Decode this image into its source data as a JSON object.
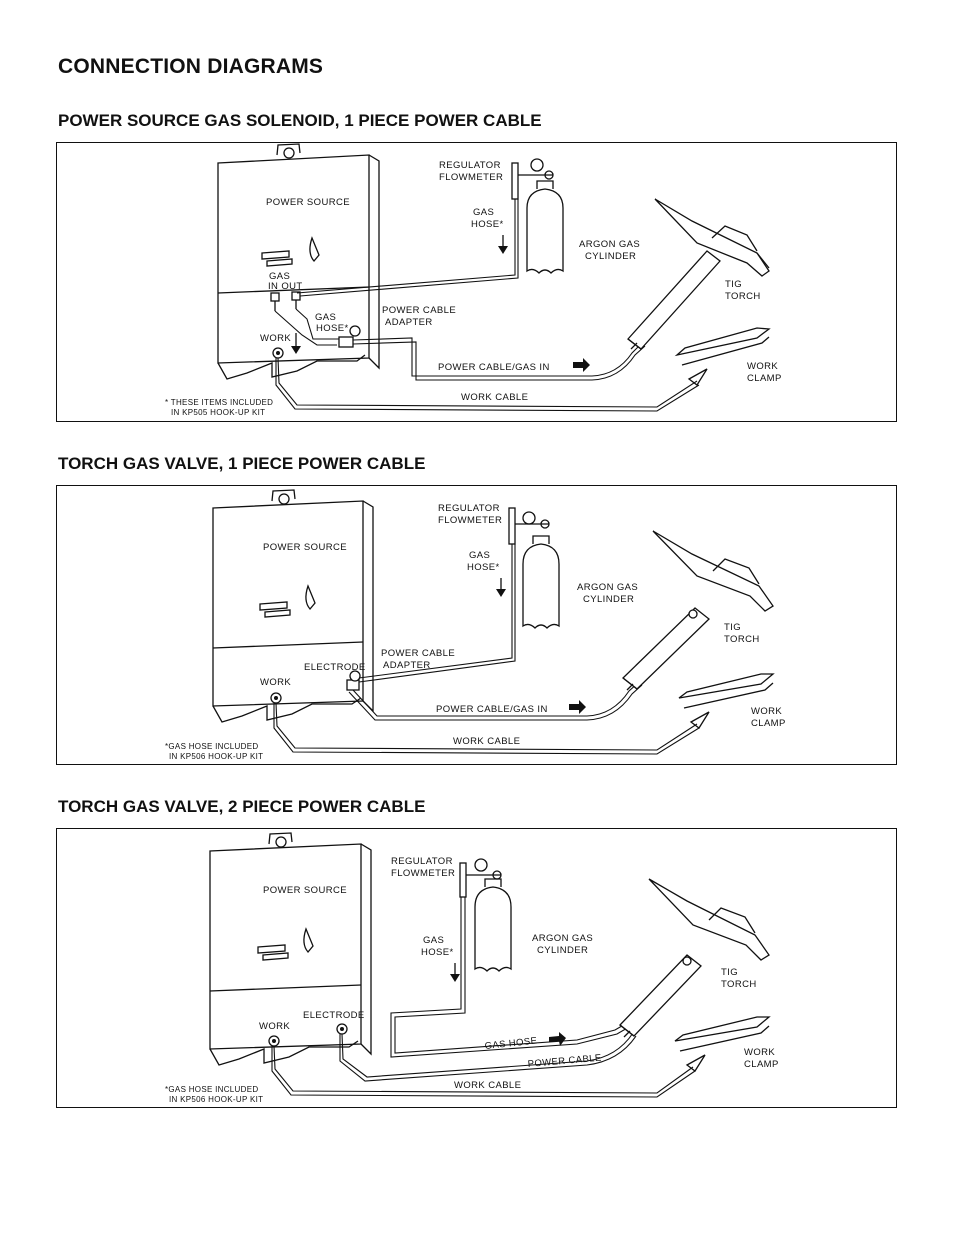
{
  "page_title": "CONNECTION DIAGRAMS",
  "diagrams": [
    {
      "title": "POWER SOURCE GAS SOLENOID, 1 PIECE POWER CABLE",
      "labels": {
        "power_source": "POWER SOURCE",
        "regulator": "REGULATOR",
        "flowmeter": "FLOWMETER",
        "gas_hose_1": "GAS",
        "gas_hose_2": "HOSE*",
        "argon_1": "ARGON GAS",
        "argon_2": "CYLINDER",
        "gas_in_out_1": "GAS",
        "gas_in_out_2": "IN OUT",
        "hose2_1": "GAS",
        "hose2_2": "HOSE*",
        "adapter_1": "POWER CABLE",
        "adapter_2": "ADAPTER",
        "work": "WORK",
        "tig_1": "TIG",
        "tig_2": "TORCH",
        "power_cable": "POWER CABLE/GAS IN",
        "work_clamp_1": "WORK",
        "work_clamp_2": "CLAMP",
        "work_cable": "WORK CABLE",
        "note_1": "* THESE ITEMS INCLUDED",
        "note_2": "IN KP505 HOOK-UP KIT"
      }
    },
    {
      "title": "TORCH GAS VALVE, 1 PIECE POWER CABLE",
      "labels": {
        "power_source": "POWER SOURCE",
        "regulator": "REGULATOR",
        "flowmeter": "FLOWMETER",
        "gas_hose_1": "GAS",
        "gas_hose_2": "HOSE*",
        "argon_1": "ARGON GAS",
        "argon_2": "CYLINDER",
        "electrode": "ELECTRODE",
        "adapter_1": "POWER CABLE",
        "adapter_2": "ADAPTER",
        "work": "WORK",
        "tig_1": "TIG",
        "tig_2": "TORCH",
        "power_cable": "POWER CABLE/GAS IN",
        "work_clamp_1": "WORK",
        "work_clamp_2": "CLAMP",
        "work_cable": "WORK CABLE",
        "note_1": "*GAS HOSE INCLUDED",
        "note_2": "IN KP506 HOOK-UP KIT"
      }
    },
    {
      "title": "TORCH GAS VALVE, 2 PIECE POWER CABLE",
      "labels": {
        "power_source": "POWER SOURCE",
        "regulator": "REGULATOR",
        "flowmeter": "FLOWMETER",
        "gas_hose_1": "GAS",
        "gas_hose_2": "HOSE*",
        "argon_1": "ARGON GAS",
        "argon_2": "CYLINDER",
        "electrode": "ELECTRODE",
        "work": "WORK",
        "tig_1": "TIG",
        "tig_2": "TORCH",
        "gas_hose_line": "GAS HOSE",
        "power_cable": "POWER CABLE",
        "work_clamp_1": "WORK",
        "work_clamp_2": "CLAMP",
        "work_cable": "WORK CABLE",
        "note_1": "*GAS HOSE INCLUDED",
        "note_2": "IN KP506 HOOK-UP KIT"
      }
    }
  ]
}
